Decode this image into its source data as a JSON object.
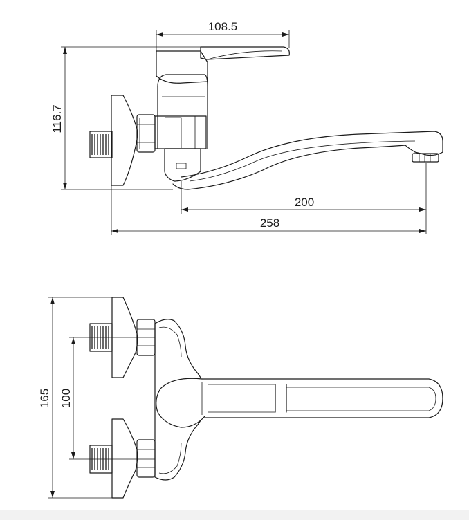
{
  "dimensions": {
    "lever_length": "108.5",
    "height": "116.7",
    "spout_reach": "200",
    "overall_length": "258",
    "overall_height": "165",
    "inlet_spacing": "100"
  }
}
